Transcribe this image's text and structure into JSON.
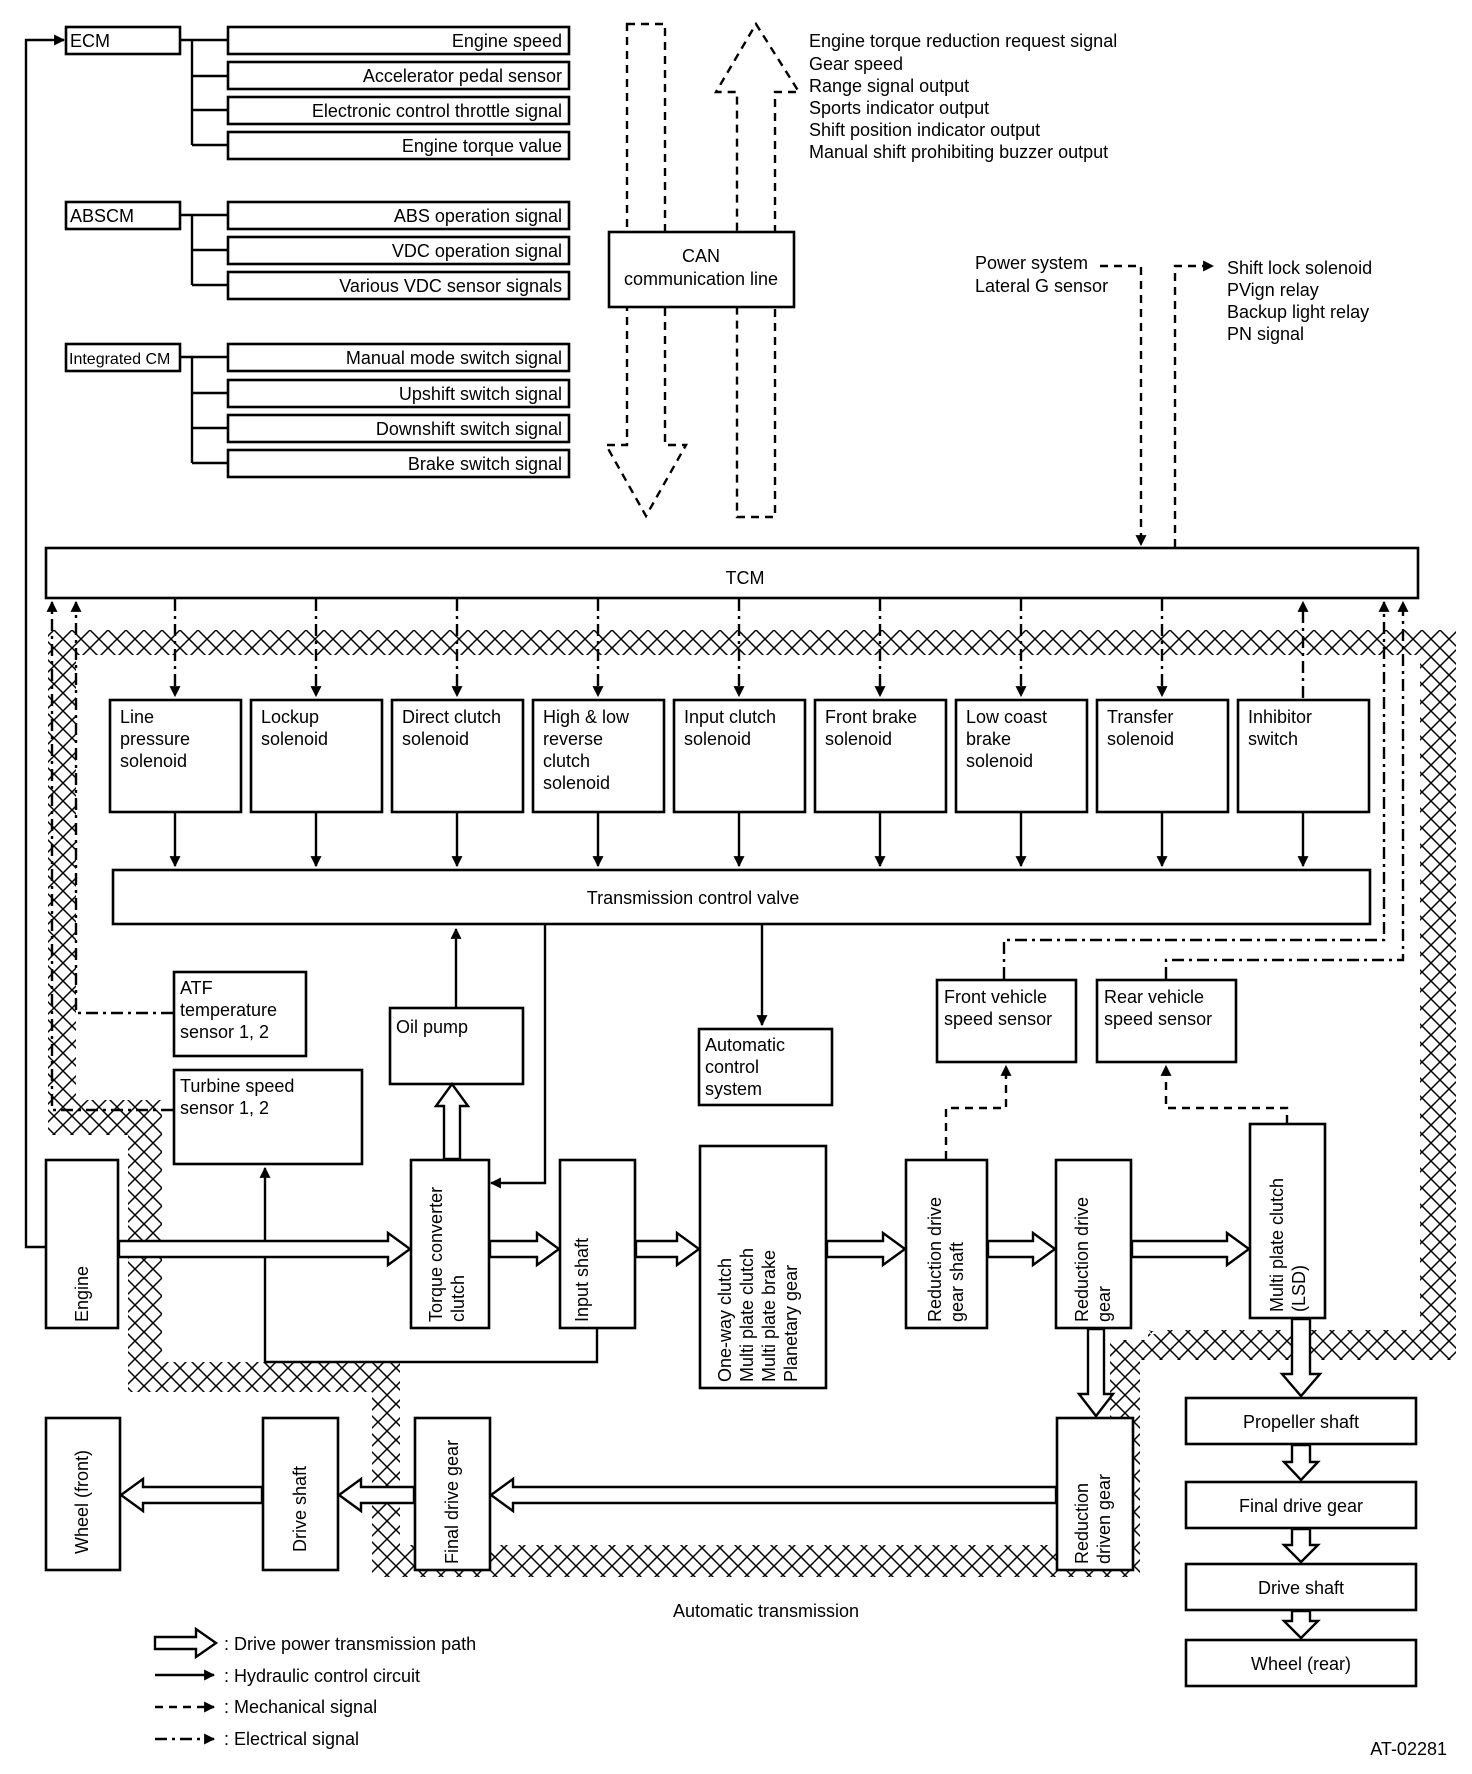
{
  "ecm": {
    "label": "ECM",
    "signals": [
      "Engine speed",
      "Accelerator pedal sensor",
      "Electronic control throttle signal",
      "Engine torque value"
    ]
  },
  "abscm": {
    "label": "ABSCM",
    "signals": [
      "ABS operation signal",
      "VDC operation signal",
      "Various VDC sensor signals"
    ]
  },
  "integrated_cm": {
    "label": "Integrated CM",
    "signals": [
      "Manual mode switch signal",
      "Upshift switch signal",
      "Downshift switch signal",
      "Brake switch signal"
    ]
  },
  "can": {
    "line1": "CAN",
    "line2": "communication line"
  },
  "outputs": [
    "Engine torque reduction request signal",
    "Gear speed",
    "Range signal output",
    "Sports indicator output",
    "Shift position indicator output",
    "Manual shift prohibiting buzzer output"
  ],
  "power_inputs": [
    "Power system",
    "Lateral G sensor"
  ],
  "tcm_outputs": [
    "Shift lock solenoid",
    "PVign relay",
    "Backup light relay",
    "PN signal"
  ],
  "tcm": "TCM",
  "solenoids": [
    [
      "Line",
      "pressure",
      "solenoid"
    ],
    [
      "Lockup",
      "solenoid"
    ],
    [
      "Direct clutch",
      "solenoid"
    ],
    [
      "High & low",
      "reverse",
      "clutch",
      "solenoid"
    ],
    [
      "Input clutch",
      "solenoid"
    ],
    [
      "Front brake",
      "solenoid"
    ],
    [
      "Low coast",
      "brake",
      "solenoid"
    ],
    [
      "Transfer",
      "solenoid"
    ],
    [
      "Inhibitor",
      "switch"
    ]
  ],
  "control_valve": "Transmission control valve",
  "atf_sensor": [
    "ATF",
    "temperature",
    "sensor 1, 2"
  ],
  "turbine_sensor": [
    "Turbine speed",
    "sensor 1, 2"
  ],
  "oil_pump": "Oil pump",
  "automatic_control": [
    "Automatic",
    "control",
    "system"
  ],
  "front_speed_sensor": [
    "Front vehicle",
    "speed sensor"
  ],
  "rear_speed_sensor": [
    "Rear vehicle",
    "speed sensor"
  ],
  "engine": "Engine",
  "torque_converter": [
    "Torque converter",
    "clutch"
  ],
  "input_shaft": "Input shaft",
  "gear_set": [
    "One-way clutch",
    "Multi plate clutch",
    "Multi plate brake",
    "Planetary gear"
  ],
  "reduction_drive_shaft": [
    "Reduction drive",
    "gear shaft"
  ],
  "reduction_drive_gear": [
    "Reduction drive",
    "gear"
  ],
  "multi_plate_lsd": [
    "Multi plate clutch",
    "(LSD)"
  ],
  "rear_chain": [
    "Propeller shaft",
    "Final drive gear",
    "Drive shaft",
    "Wheel (rear)"
  ],
  "reduction_driven_gear": [
    "Reduction",
    "driven gear"
  ],
  "final_drive_front": "Final drive gear",
  "drive_shaft_front": "Drive shaft",
  "wheel_front": "Wheel (front)",
  "at_label": "Automatic transmission",
  "legend": [
    ": Drive power transmission path",
    ": Hydraulic control circuit",
    ": Mechanical signal",
    ": Electrical signal"
  ],
  "figure_id": "AT-02281"
}
